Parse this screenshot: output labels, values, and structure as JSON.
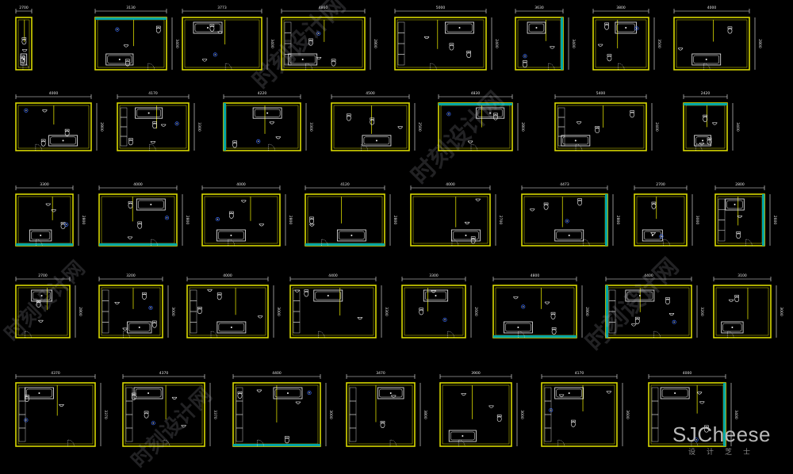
{
  "colors": {
    "background": "#000000",
    "wall": "#d8d800",
    "fixture": "#f2f2f2",
    "accent_wall": "#00a6a6",
    "dimension_text": "#e8e8e8",
    "symbol": "#3a6dff"
  },
  "watermarks": [
    {
      "text": "时刻设计网"
    },
    {
      "text": "时刻设计网"
    },
    {
      "text": "时刻设计网"
    },
    {
      "text": "时刻设计网"
    },
    {
      "text": "时刻设计网"
    }
  ],
  "brand": {
    "text": "SJCheese",
    "sub": "设计芝士"
  },
  "rows": [
    {
      "plans": [
        {
          "dim": "2700",
          "side": ""
        },
        {
          "dim": "3130",
          "side": "3400"
        },
        {
          "dim": "3773",
          "side": "3400"
        },
        {
          "dim": "4860",
          "side": "2800"
        },
        {
          "dim": "5000",
          "side": "2400"
        },
        {
          "dim": "3630",
          "side": "3400"
        },
        {
          "dim": "3800",
          "side": "3500"
        },
        {
          "dim": "4000",
          "side": "2800"
        }
      ]
    },
    {
      "plans": [
        {
          "dim": "4000",
          "side": "2800"
        },
        {
          "dim": "4170",
          "side": "3300"
        },
        {
          "dim": "4220",
          "side": "3300"
        },
        {
          "dim": "4500",
          "side": "2500"
        },
        {
          "dim": "4830",
          "side": "2800"
        },
        {
          "dim": "5400",
          "side": "2400"
        },
        {
          "dim": "2420",
          "side": "3400"
        }
      ]
    },
    {
      "plans": [
        {
          "dim": "3300",
          "side": "2800"
        },
        {
          "dim": "4000",
          "side": "2800"
        },
        {
          "dim": "4000",
          "side": "2800"
        },
        {
          "dim": "4120",
          "side": "2800"
        },
        {
          "dim": "4000",
          "side": "2700"
        },
        {
          "dim": "4473",
          "side": "2800"
        },
        {
          "dim": "2700",
          "side": "3000"
        },
        {
          "dim": "2800",
          "side": "2600"
        }
      ]
    },
    {
      "plans": [
        {
          "dim": "2700",
          "side": "2800"
        },
        {
          "dim": "3200",
          "side": "3000"
        },
        {
          "dim": "4000",
          "side": "3000"
        },
        {
          "dim": "4400",
          "side": "3300"
        },
        {
          "dim": "3300",
          "side": "2600"
        },
        {
          "dim": "4800",
          "side": "2800"
        },
        {
          "dim": "4400",
          "side": "3200"
        },
        {
          "dim": "3100",
          "side": "3000"
        }
      ]
    },
    {
      "plans": [
        {
          "dim": "4370",
          "side": "3370"
        },
        {
          "dim": "4370",
          "side": "3370"
        },
        {
          "dim": "4400",
          "side": "3000"
        },
        {
          "dim": "3470",
          "side": "3800"
        },
        {
          "dim": "3900",
          "side": "3000"
        },
        {
          "dim": "4170",
          "side": "3600"
        },
        {
          "dim": "4000",
          "side": "3400"
        }
      ]
    }
  ]
}
